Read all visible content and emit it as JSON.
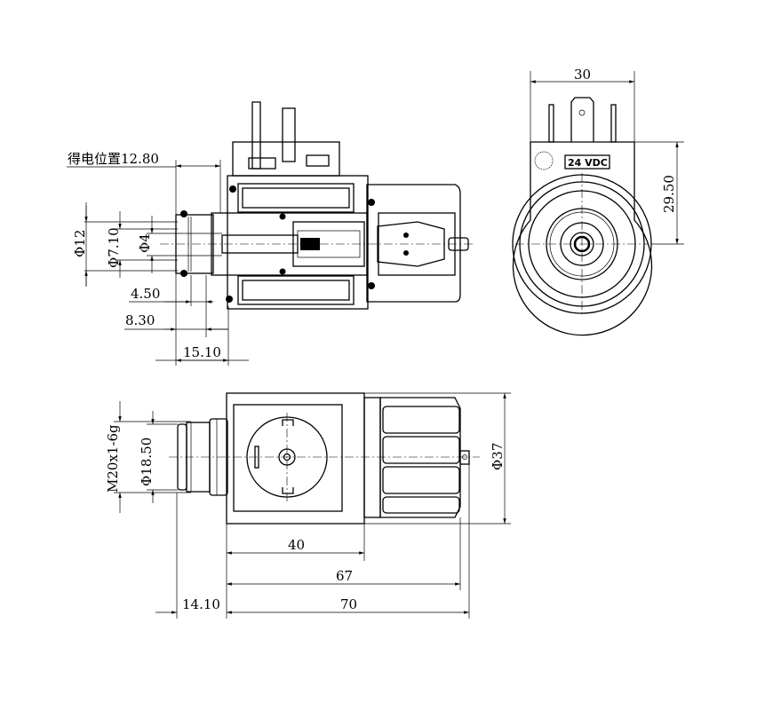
{
  "section_view": {
    "energized_position": "得电位置12.80",
    "dims": {
      "d12": "Φ12",
      "d7_10": "Φ7.10",
      "d4": "Φ4",
      "l4_50": "4.50",
      "l8_30": "8.30",
      "l15_10": "15.10"
    }
  },
  "end_view": {
    "width": "30",
    "height": "29.50",
    "voltage_label": "24 VDC"
  },
  "top_view": {
    "thread": "M20x1-6g",
    "d18_50": "Φ18.50",
    "d37": "Φ37",
    "l40": "40",
    "l67": "67",
    "l70": "70",
    "l14_10": "14.10"
  },
  "colors": {
    "line": "#000000",
    "background": "#ffffff"
  }
}
